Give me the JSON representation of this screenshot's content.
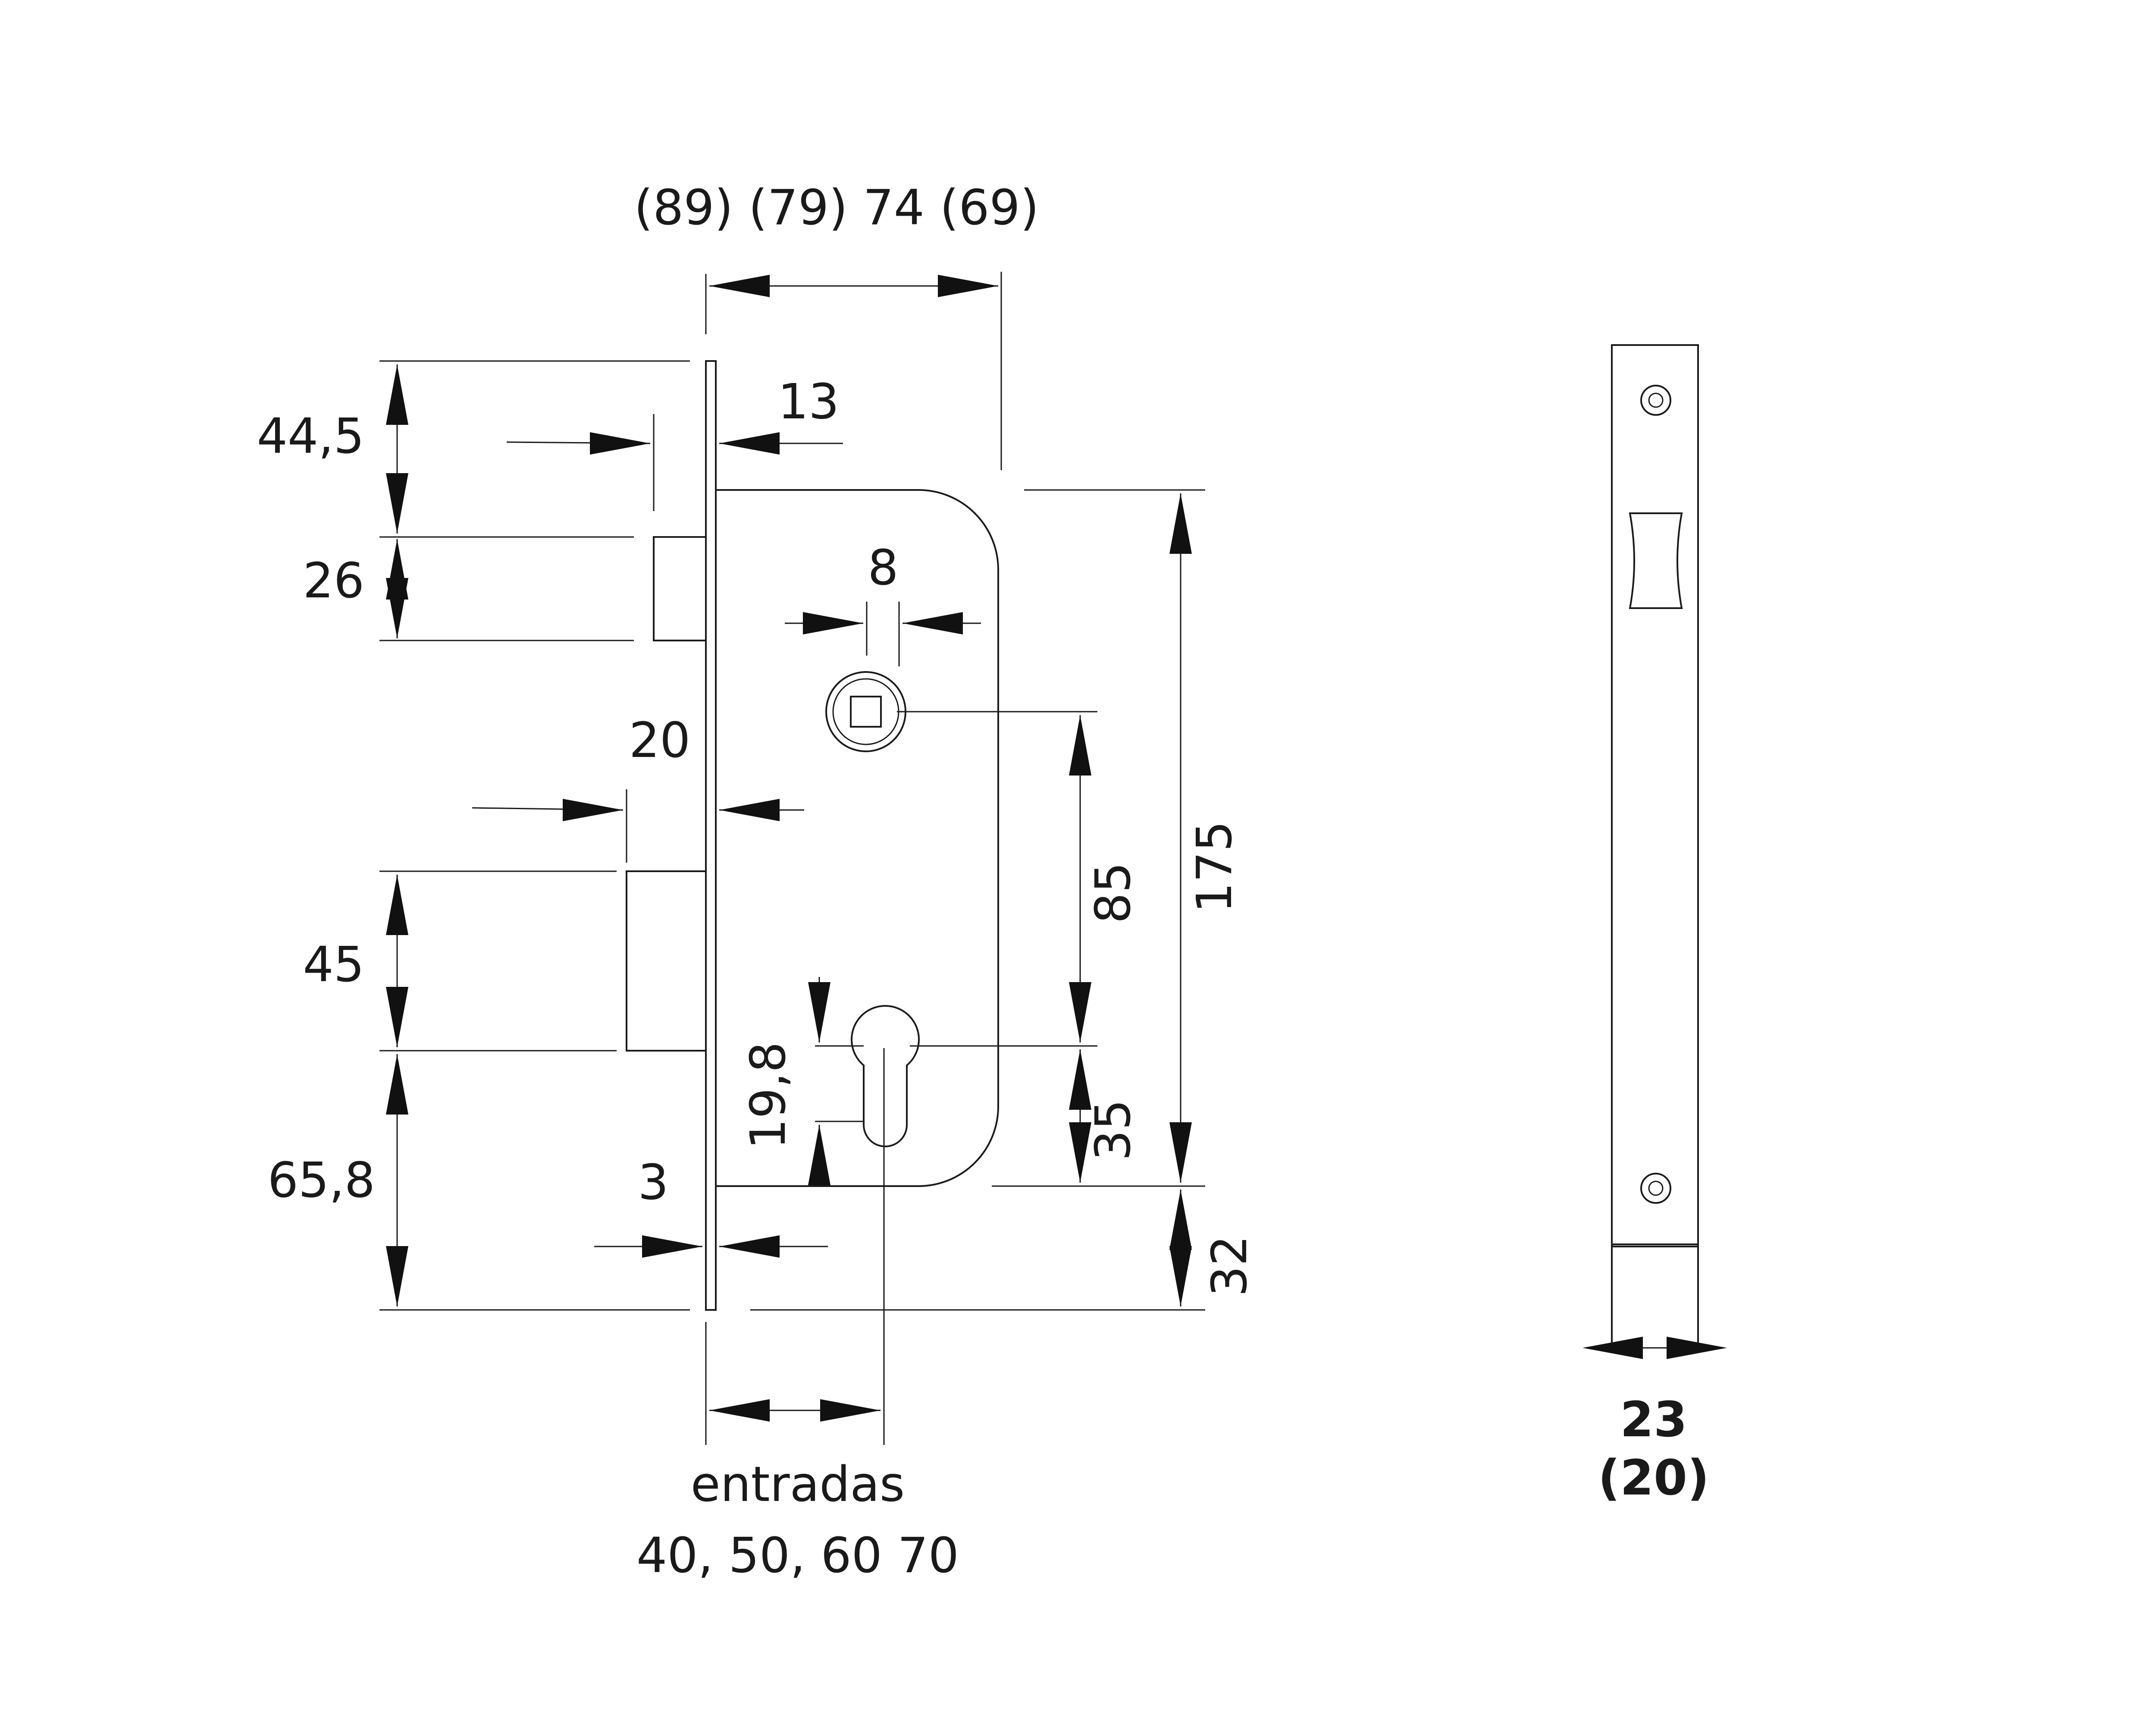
{
  "front_view": {
    "backset_label": "(89) (79) 74 (69)",
    "dim_top_to_latch": "44,5",
    "dim_latch_height": "26",
    "dim_latch_projection": "13",
    "dim_spindle": "8",
    "dim_bolt_projection": "20",
    "dim_center_distance": "85",
    "dim_case_height": "175",
    "dim_bolt_height": "45",
    "dim_cylinder": "19,8",
    "dim_cylinder_offset": "35",
    "dim_bottom": "65,8",
    "dim_faceplate_thickness": "3",
    "dim_faceplate_extension": "32",
    "entry_label": "entradas",
    "entry_values": "40, 50, 60 70"
  },
  "side_view": {
    "width_label": "23",
    "width_alt_label": "(20)"
  },
  "colors": {
    "line": "#1a1a1a",
    "background": "#ffffff"
  }
}
